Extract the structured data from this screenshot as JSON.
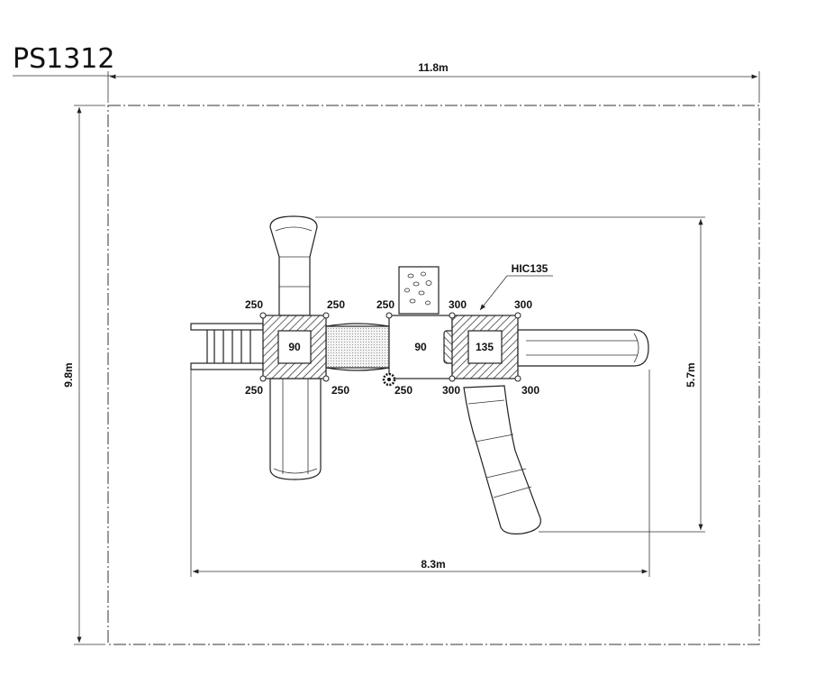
{
  "drawing": {
    "title": "PS1312",
    "dimensions": {
      "overall_width": "11.8m",
      "overall_height": "9.8m",
      "equipment_width": "8.3m",
      "equipment_depth": "5.7m"
    },
    "decks": [
      {
        "id": "deck-left",
        "label": "90"
      },
      {
        "id": "deck-middle",
        "label": "90"
      },
      {
        "id": "deck-right",
        "label": "135"
      }
    ],
    "callout": "HIC135",
    "post_heights": [
      {
        "id": "left-tl",
        "label": "250"
      },
      {
        "id": "left-tr",
        "label": "250"
      },
      {
        "id": "left-bl",
        "label": "250"
      },
      {
        "id": "left-br",
        "label": "250"
      },
      {
        "id": "mid-tl",
        "label": "250"
      },
      {
        "id": "mid-bl",
        "label": "250"
      },
      {
        "id": "right-tl",
        "label": "300"
      },
      {
        "id": "right-tr",
        "label": "300"
      },
      {
        "id": "right-bl",
        "label": "300"
      },
      {
        "id": "right-br",
        "label": "300"
      }
    ]
  }
}
